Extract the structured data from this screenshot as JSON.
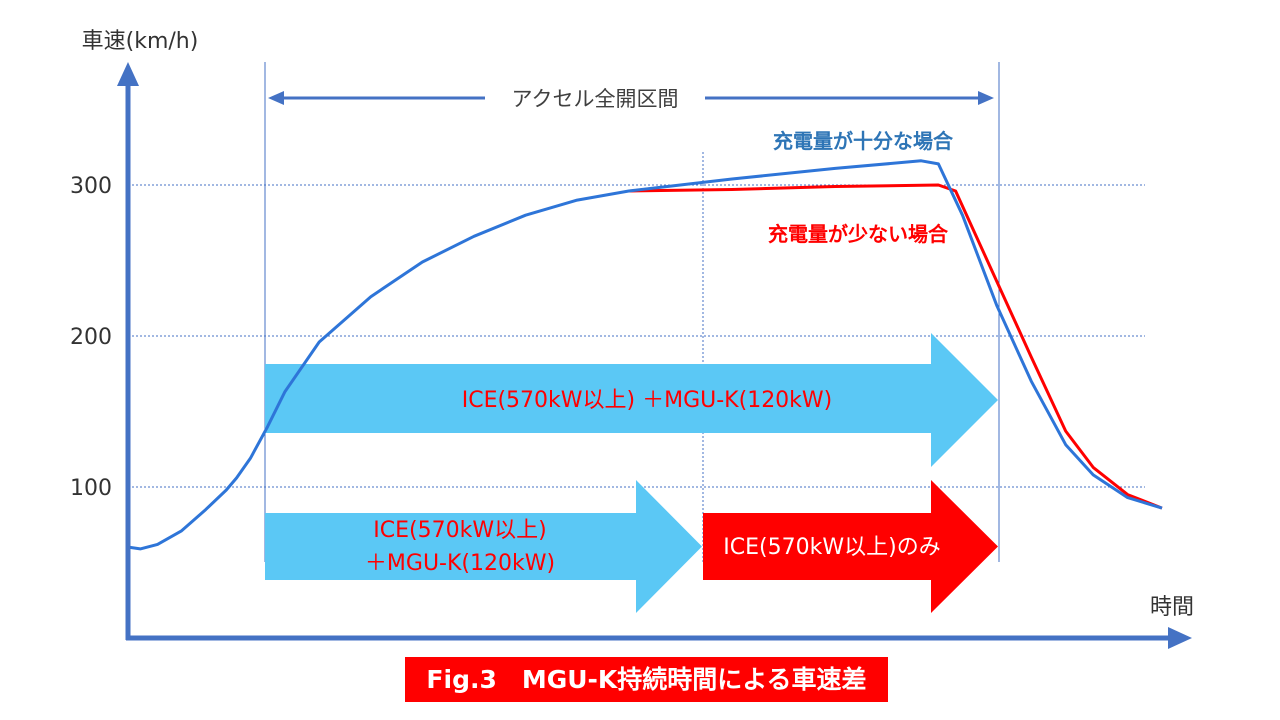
{
  "colors": {
    "axis": "#4472c4",
    "grid": "#4472c4",
    "full_charge": "#2e75d8",
    "low_charge": "#ff0000",
    "arrow_blue": "#5bc8f5",
    "arrow_red": "#ff0000",
    "label_red": "#ff0000",
    "label_white": "#ffffff",
    "caption_bg": "#ff0000"
  },
  "chart_data": {
    "type": "line",
    "ylabel": "車速(km/h)",
    "xlabel": "時間",
    "yticks": [
      {
        "value": 100,
        "label": "100"
      },
      {
        "value": 200,
        "label": "200"
      },
      {
        "value": 300,
        "label": "300"
      }
    ],
    "grid": true,
    "throttle_interval_label": "アクセル全開区間",
    "series": [
      {
        "name": "充電量が十分な場合",
        "color_key": "full_charge",
        "points": [
          [
            0,
            60
          ],
          [
            3,
            59
          ],
          [
            8,
            62
          ],
          [
            15,
            71
          ],
          [
            22,
            85
          ],
          [
            28,
            98
          ],
          [
            31,
            106
          ],
          [
            35,
            119
          ],
          [
            40,
            140
          ],
          [
            45,
            163
          ],
          [
            55,
            196
          ],
          [
            70,
            226
          ],
          [
            85,
            249
          ],
          [
            100,
            266
          ],
          [
            115,
            280
          ],
          [
            130,
            290
          ],
          [
            145,
            296
          ],
          [
            175,
            304
          ],
          [
            205,
            311
          ],
          [
            230,
            316
          ],
          [
            235,
            314
          ],
          [
            242,
            280
          ],
          [
            252,
            220
          ],
          [
            262,
            170
          ],
          [
            272,
            128
          ],
          [
            280,
            108
          ],
          [
            290,
            93
          ],
          [
            300,
            86
          ]
        ]
      },
      {
        "name": "充電量が少ない場合",
        "color_key": "low_charge",
        "points": [
          [
            145,
            296
          ],
          [
            175,
            297
          ],
          [
            205,
            299
          ],
          [
            235,
            300
          ],
          [
            240,
            296
          ],
          [
            250,
            246
          ],
          [
            262,
            186
          ],
          [
            272,
            137
          ],
          [
            280,
            113
          ],
          [
            290,
            95
          ],
          [
            300,
            86
          ]
        ]
      }
    ],
    "phase_arrows": [
      {
        "id": "upper",
        "label": "ICE(570kW以上) ＋MGU-K(120kW)",
        "color_key": "arrow_blue",
        "text_color_key": "label_red"
      },
      {
        "id": "lower-left",
        "label_lines": [
          "ICE(570kW以上)",
          "＋MGU-K(120kW)"
        ],
        "color_key": "arrow_blue",
        "text_color_key": "label_red"
      },
      {
        "id": "lower-right",
        "label": "ICE(570kW以上)のみ",
        "color_key": "arrow_red",
        "text_color_key": "label_white"
      }
    ]
  },
  "caption": "Fig.3　MGU-K持続時間による車速差"
}
